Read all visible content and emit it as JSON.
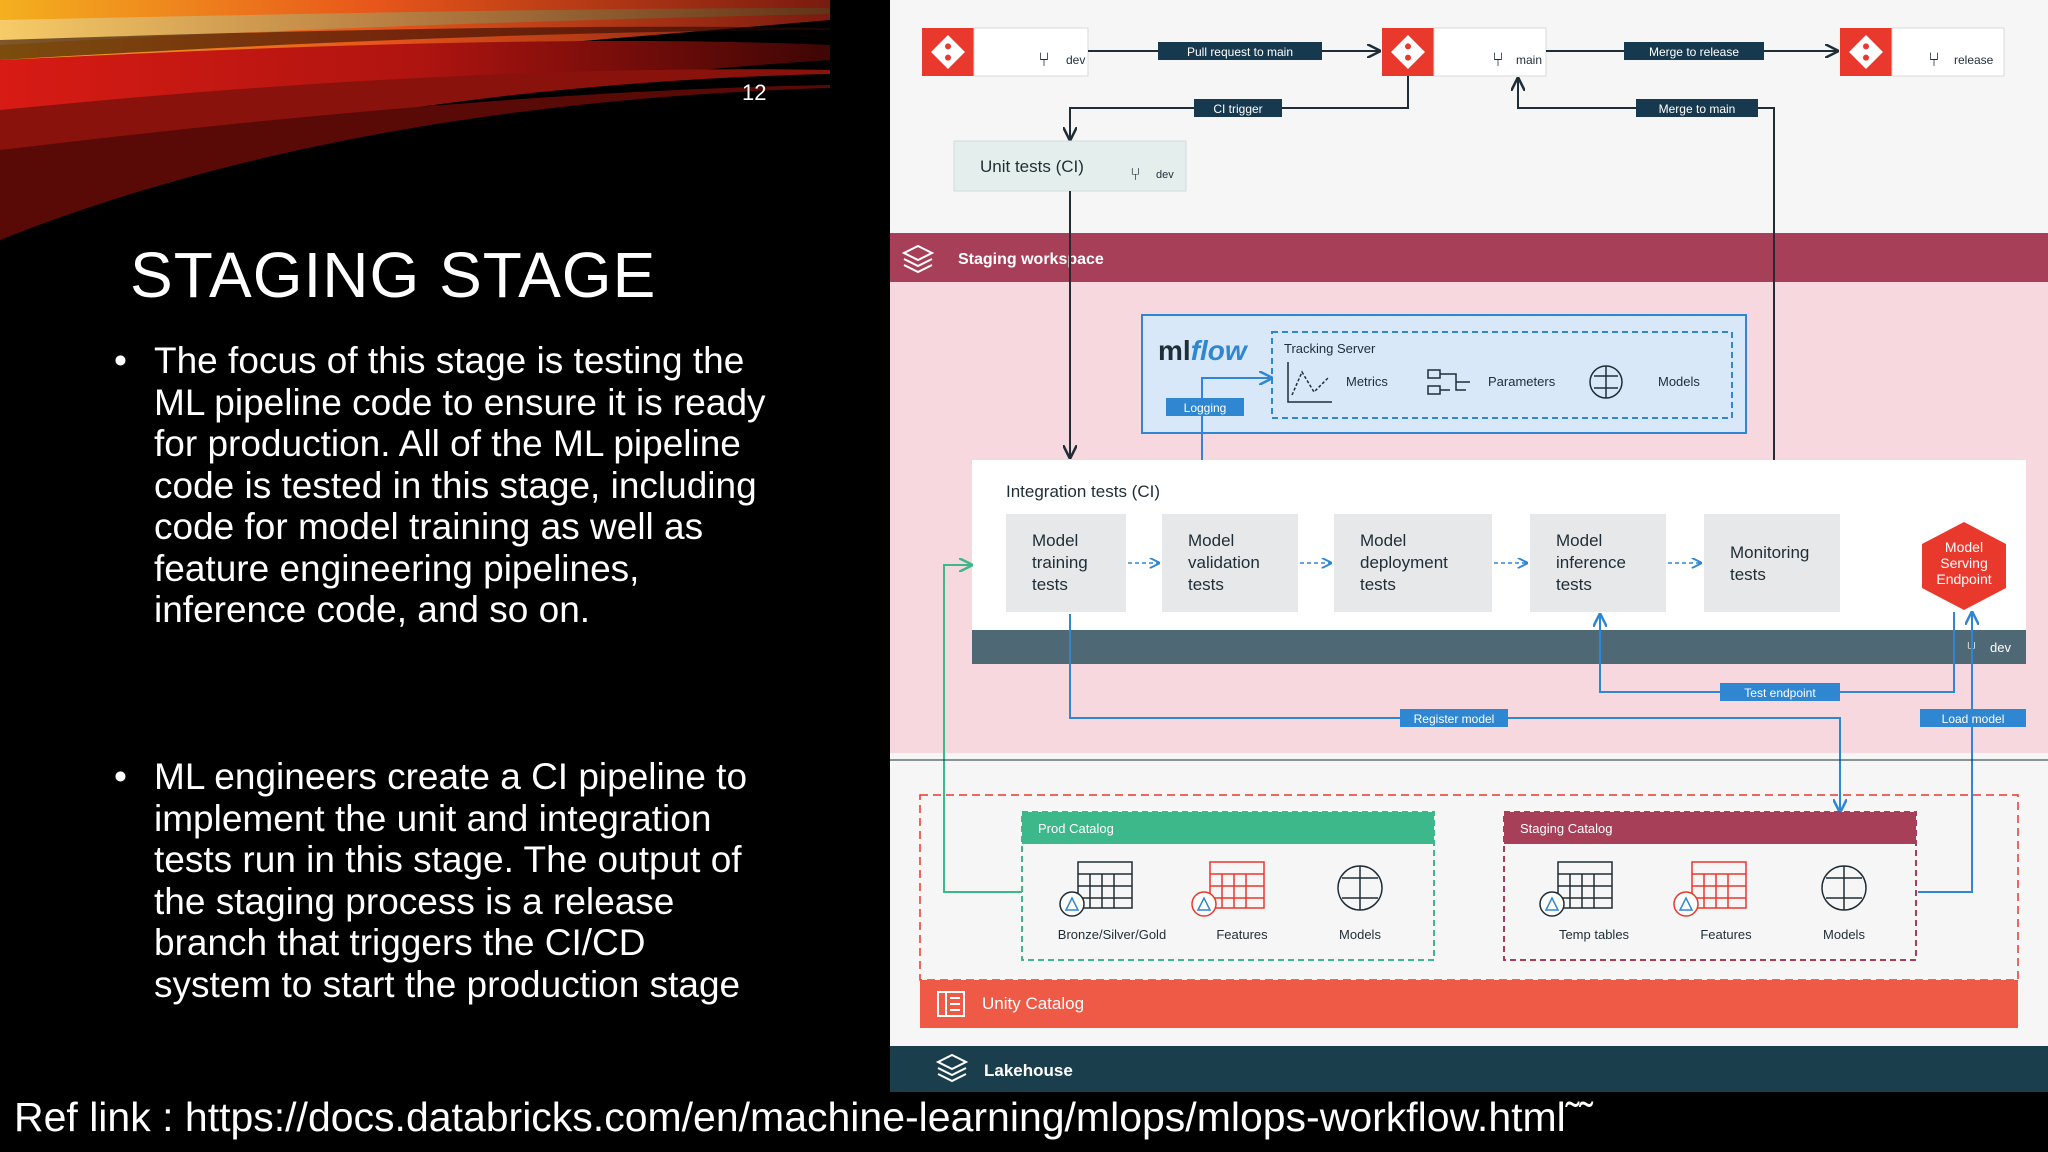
{
  "slide": {
    "number": "12",
    "title": "STAGING STAGE",
    "bullets": [
      {
        "marker": "•",
        "text": "The focus of this stage is testing the ML pipeline code to ensure it is ready for production. All of the ML pipeline code is tested in this stage, including code for model training as well as feature engineering pipelines, inference code, and so on."
      },
      {
        "marker": "•",
        "text": "ML engineers create a CI pipeline to implement the unit and integration tests run in this stage. The output of the staging process is a release branch that triggers the CI/CD system to start the production stage"
      }
    ],
    "ref_link": "Ref link : https://docs.databricks.com/en/machine-learning/mlops/mlops-workflow.html˜˜"
  },
  "diagram": {
    "branches": {
      "dev": "dev",
      "main": "main",
      "release": "release"
    },
    "arrows": {
      "pull_request": "Pull request to main",
      "merge_to_release": "Merge to release",
      "ci_trigger": "CI trigger",
      "merge_to_main": "Merge to main",
      "logging": "Logging",
      "register_model": "Register model",
      "test_endpoint": "Test endpoint",
      "load_model": "Load model"
    },
    "unit_tests": {
      "label": "Unit tests (CI)",
      "branch": "dev"
    },
    "staging_workspace": "Staging workspace",
    "mlflow": {
      "logo_ml": "ml",
      "logo_flow": "flow",
      "tracking_server": "Tracking Server",
      "items": [
        "Metrics",
        "Parameters",
        "Models"
      ]
    },
    "integration": {
      "title": "Integration tests (CI)",
      "tests": [
        [
          "Model",
          "training",
          "tests"
        ],
        [
          "Model",
          "validation",
          "tests"
        ],
        [
          "Model",
          "deployment",
          "tests"
        ],
        [
          "Model",
          "inference",
          "tests"
        ],
        [
          "Monitoring",
          "tests"
        ]
      ],
      "branch": "dev"
    },
    "serving_endpoint": [
      "Model",
      "Serving",
      "Endpoint"
    ],
    "prod_catalog": {
      "title": "Prod Catalog",
      "items": [
        "Bronze/Silver/Gold",
        "Features",
        "Models"
      ]
    },
    "staging_catalog": {
      "title": "Staging Catalog",
      "items": [
        "Temp tables",
        "Features",
        "Models"
      ]
    },
    "unity_catalog": "Unity Catalog",
    "lakehouse": "Lakehouse",
    "colors": {
      "git_red": "#e8392c",
      "navy_label": "#17394f",
      "staging_band": "#a83f58",
      "staging_bg": "#f7d8de",
      "integration_bar": "#4f6876",
      "prod_green": "#3cb88a",
      "unity_orange": "#ee5a45",
      "lakehouse_teal": "#1b3e4d",
      "label_blue": "#2f86d1"
    }
  }
}
